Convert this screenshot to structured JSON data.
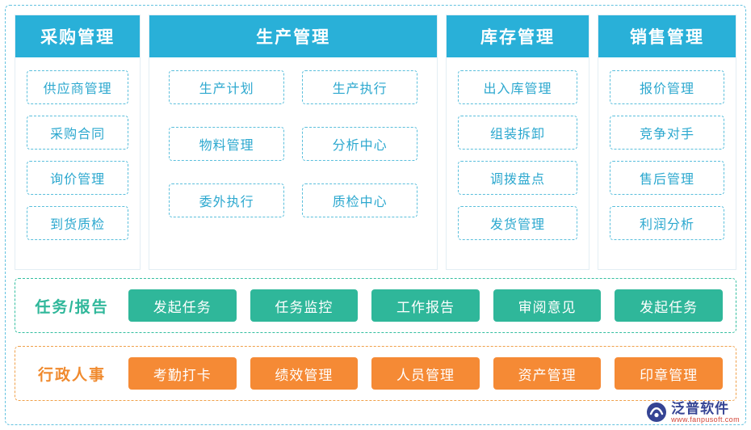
{
  "diagram": {
    "modules": [
      {
        "key": "purchase",
        "title": "采购管理",
        "layout": "single",
        "items": [
          "供应商管理",
          "采购合同",
          "询价管理",
          "到货质检"
        ]
      },
      {
        "key": "production",
        "title": "生产管理",
        "layout": "double",
        "items": [
          "生产计划",
          "生产执行",
          "物料管理",
          "分析中心",
          "委外执行",
          "质检中心"
        ]
      },
      {
        "key": "inventory",
        "title": "库存管理",
        "layout": "single",
        "items": [
          "出入库管理",
          "组装拆卸",
          "调拨盘点",
          "发货管理"
        ]
      },
      {
        "key": "sales",
        "title": "销售管理",
        "layout": "single",
        "items": [
          "报价管理",
          "竞争对手",
          "售后管理",
          "利润分析"
        ]
      }
    ],
    "bands": [
      {
        "key": "task-report",
        "label": "任务/报告",
        "items": [
          "发起任务",
          "任务监控",
          "工作报告",
          "审阅意见",
          "发起任务"
        ]
      },
      {
        "key": "admin-hr",
        "label": "行政人事",
        "items": [
          "考勤打卡",
          "绩效管理",
          "人员管理",
          "资产管理",
          "印章管理"
        ]
      }
    ],
    "watermark": {
      "name": "泛普软件",
      "url": "www.fanpusoft.com"
    },
    "colors": {
      "header_blue": "#29b0d8",
      "item_blue": "#2ca8cf",
      "task_green": "#2fb79a",
      "admin_orange": "#f58a35"
    }
  }
}
